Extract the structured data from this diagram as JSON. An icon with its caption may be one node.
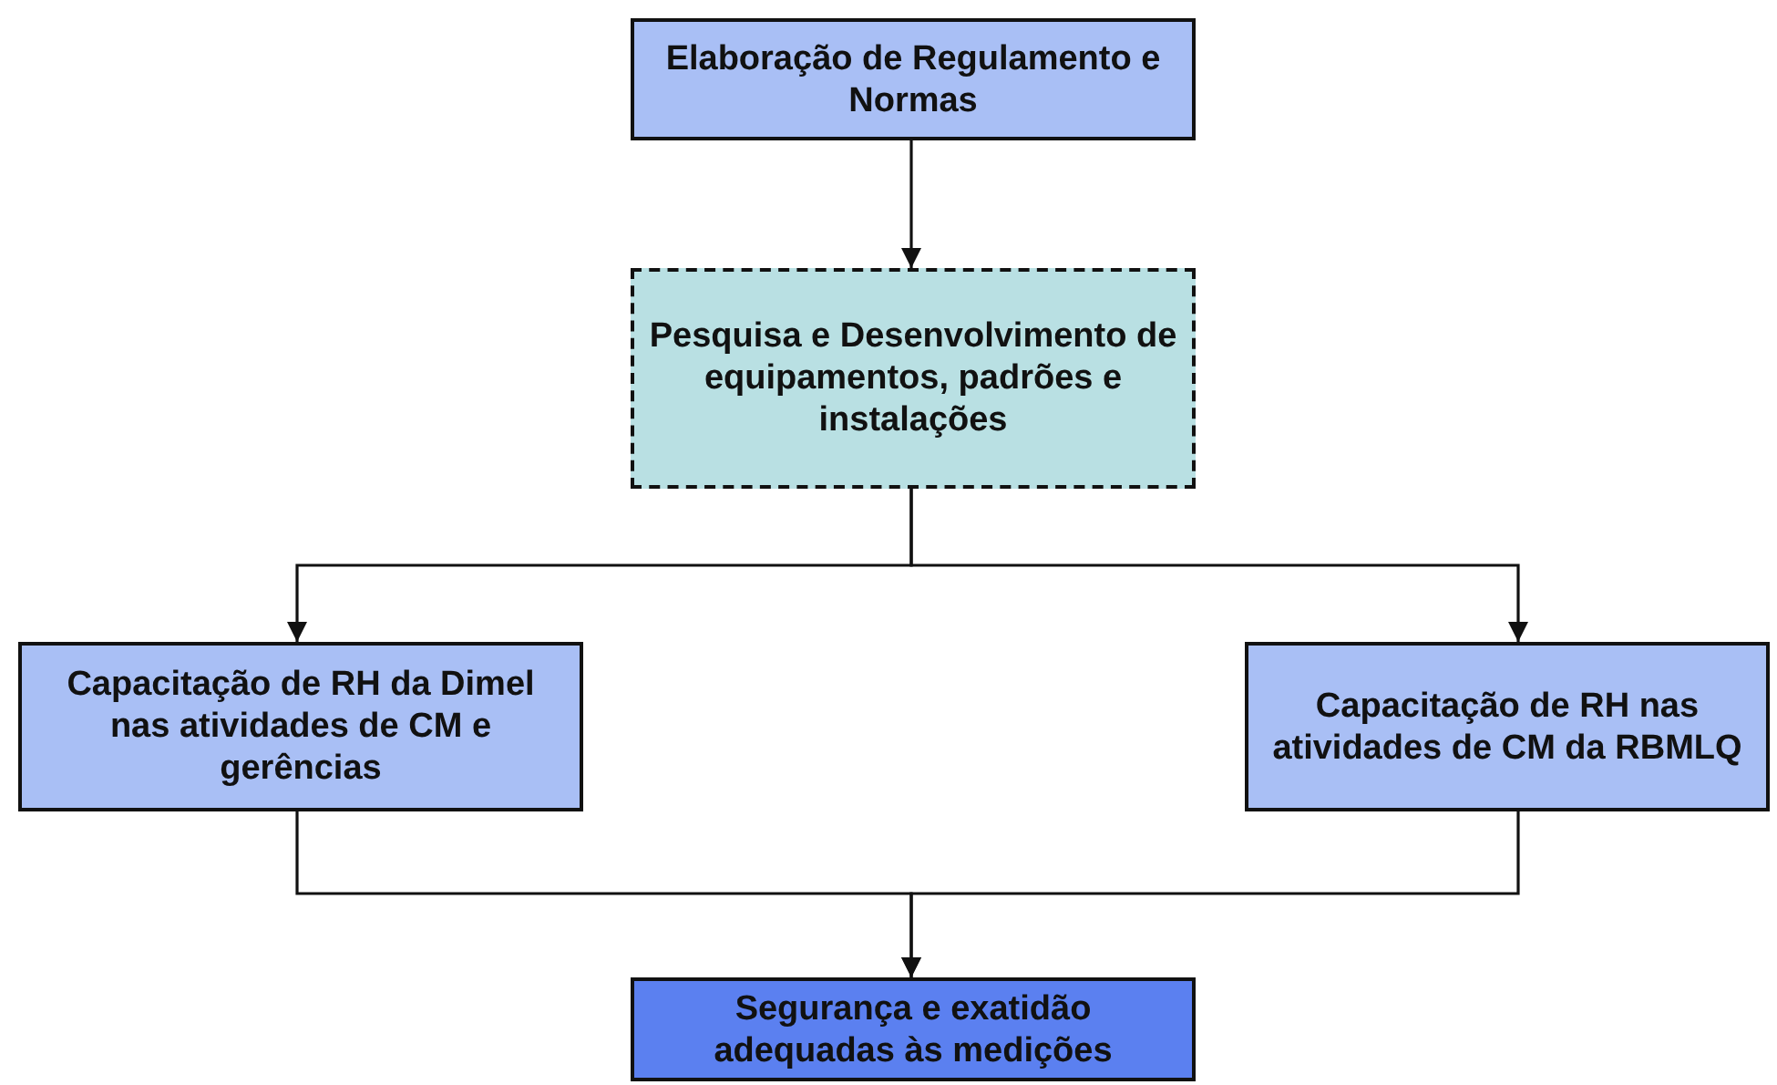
{
  "diagram": {
    "nodes": [
      {
        "text": [
          "Elaboração de Regulamento e Normas"
        ]
      },
      {
        "text": [
          "Pesquisa e Desenvolvimento de equipamentos, padrões e instalações"
        ]
      },
      {
        "text": [
          "Capacitação de RH da Dimel nas atividades de CM e gerências"
        ]
      },
      {
        "text": [
          "Capacitação de RH nas atividades de CM da RBMLQ"
        ]
      },
      {
        "text": [
          "Segurança e exatidão adequadas às medições"
        ]
      }
    ],
    "edges": [
      {
        "from": 0,
        "to": 1,
        "arrow": "to"
      },
      {
        "from": 1,
        "to": 2,
        "arrow": "to"
      },
      {
        "from": 1,
        "to": 3,
        "arrow": "to"
      },
      {
        "from": 2,
        "to": 4,
        "arrow": "to"
      },
      {
        "from": 3,
        "to": 4,
        "arrow": "to"
      }
    ]
  }
}
